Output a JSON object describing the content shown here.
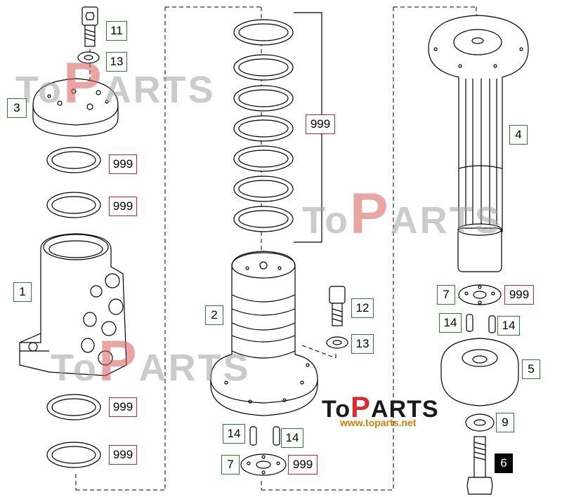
{
  "callouts": [
    {
      "text": "11",
      "color": "green"
    },
    {
      "text": "13",
      "color": "green"
    },
    {
      "text": "3",
      "color": "green"
    },
    {
      "text": "999",
      "color": "red"
    },
    {
      "text": "999",
      "color": "red"
    },
    {
      "text": "1",
      "color": "green"
    },
    {
      "text": "999",
      "color": "red"
    },
    {
      "text": "999",
      "color": "red"
    },
    {
      "text": "999",
      "color": "red"
    },
    {
      "text": "2",
      "color": "green"
    },
    {
      "text": "12",
      "color": "green"
    },
    {
      "text": "13",
      "color": "green"
    },
    {
      "text": "14",
      "color": "green"
    },
    {
      "text": "14",
      "color": "green"
    },
    {
      "text": "7",
      "color": "green"
    },
    {
      "text": "999",
      "color": "red"
    },
    {
      "text": "4",
      "color": "green"
    },
    {
      "text": "7",
      "color": "green"
    },
    {
      "text": "999",
      "color": "red"
    },
    {
      "text": "14",
      "color": "green"
    },
    {
      "text": "14",
      "color": "green"
    },
    {
      "text": "5",
      "color": "green"
    },
    {
      "text": "9",
      "color": "green"
    },
    {
      "text": "6",
      "color": "black"
    }
  ],
  "watermark": {
    "prefix": "To",
    "big_letter": "P",
    "suffix": "ARTS"
  },
  "logo": {
    "prefix": "To",
    "big_letter": "P",
    "suffix": "ARTS",
    "url": "www.toparts.net"
  },
  "colors": {
    "green_border": "#2e7d2e",
    "red_border": "#c62828",
    "logo_red": "#d32f2f",
    "url_orange": "#d97a00"
  }
}
